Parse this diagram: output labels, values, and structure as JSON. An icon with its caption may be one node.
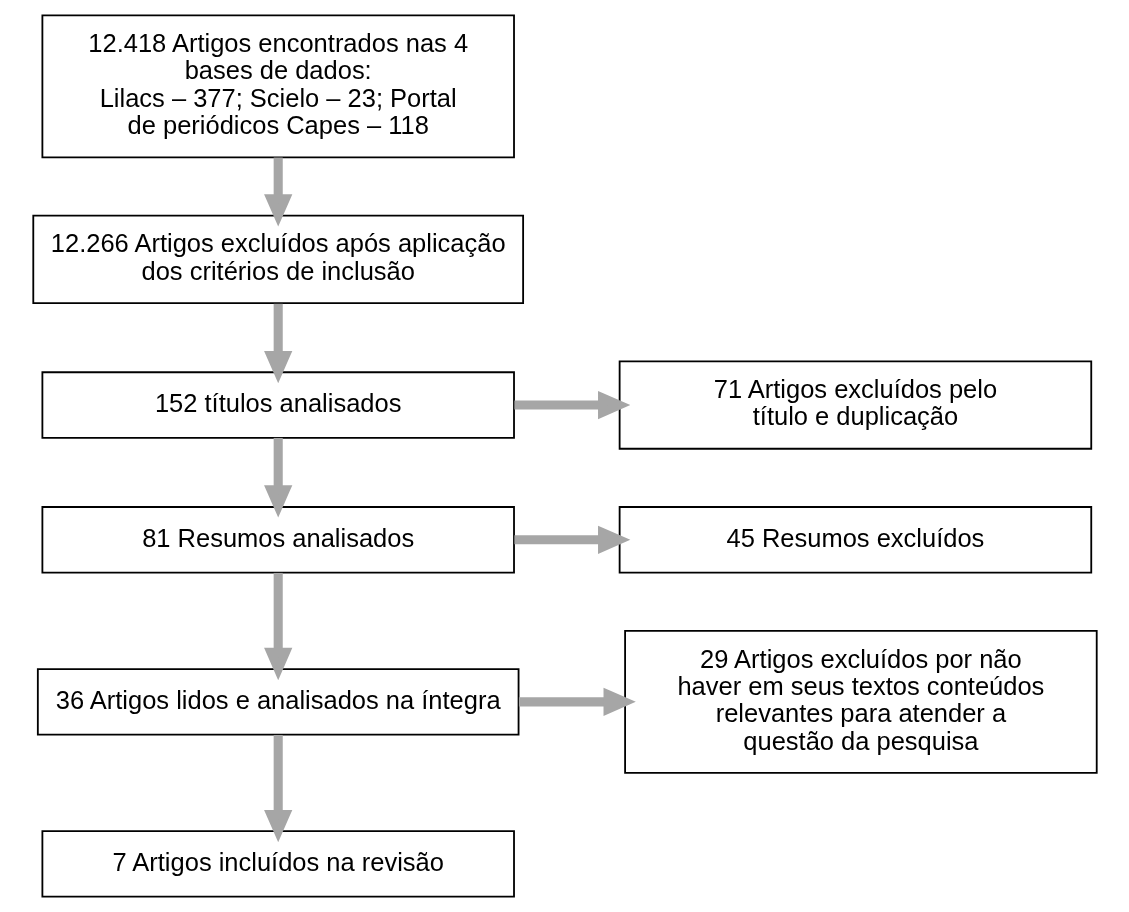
{
  "diagram": {
    "nodes": [
      {
        "text": [
          "12.418 Artigos encontrados nas 4 bases de dados:",
          "Lilacs – 377; Scielo – 23; Portal de periódicos Capes – 118"
        ]
      },
      {
        "text": [
          "12.266 Artigos excluídos após aplicação dos critérios de inclusão"
        ]
      },
      {
        "text": [
          "152 títulos analisados"
        ]
      },
      {
        "text": [
          "71 Artigos excluídos pelo título e duplicação"
        ]
      },
      {
        "text": [
          "81 Resumos analisados"
        ]
      },
      {
        "text": [
          "45 Resumos excluídos"
        ]
      },
      {
        "text": [
          "36 Artigos lidos e analisados na íntegra"
        ]
      },
      {
        "text": [
          "29 Artigos excluídos por não haver em seus textos conteúdos relevantes para atender a questão da pesquisa"
        ]
      },
      {
        "text": [
          "7 Artigos incluídos na revisão"
        ]
      }
    ],
    "edges": [
      {
        "from": 0,
        "to": 1,
        "arrow": "to"
      },
      {
        "from": 1,
        "to": 2,
        "arrow": "to"
      },
      {
        "from": 2,
        "to": 3,
        "arrow": "to"
      },
      {
        "from": 2,
        "to": 4,
        "arrow": "to"
      },
      {
        "from": 4,
        "to": 5,
        "arrow": "to"
      },
      {
        "from": 4,
        "to": 6,
        "arrow": "to"
      },
      {
        "from": 6,
        "to": 7,
        "arrow": "to"
      },
      {
        "from": 6,
        "to": 8,
        "arrow": "to"
      }
    ]
  }
}
